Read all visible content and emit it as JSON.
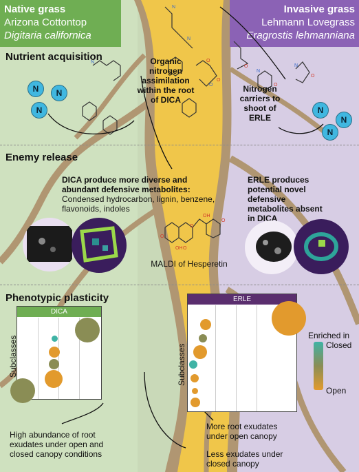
{
  "header_left": {
    "title": "Native grass",
    "common_name": "Arizona Cottontop",
    "species": "Digitaria californica",
    "color": "#6fae53"
  },
  "header_right": {
    "title": "Invasive grass",
    "common_name": "Lehmann Lovegrass",
    "species": "Eragrostis lehmanniana",
    "color": "#8b62b5"
  },
  "sections": {
    "nutrient": "Nutrient acquisition",
    "enemy": "Enemy release",
    "plasticity": "Phenotypic plasticity"
  },
  "nutrient": {
    "nitrogen_label": "N",
    "organic_text": "Organic nitrogen assimilation within the root of DICA",
    "carrier_text": "Nitrogen carriers to shoot of ERLE"
  },
  "enemy": {
    "dica_bold": "DICA produce more diverse and abundant defensive metabolites:",
    "dica_list": "Condensed hydrocarbon, lignin, benzene, flavonoids, indoles",
    "erle_bold": "ERLE produces potential novel defensive metabolites absent in DICA",
    "maldi": "MALDI of Hesperetin"
  },
  "plasticity": {
    "dica_chart_title": "DICA",
    "erle_chart_title": "ERLE",
    "y_label": "Subclasses",
    "legend_title": "Enriched in",
    "legend_top": "Closed",
    "legend_bottom": "Open",
    "dica_note": "High abundance of root exudates under open and closed canopy conditions",
    "erle_note1": "More root exudates under open canopy",
    "erle_note2": "Less exudates under closed canopy"
  },
  "colors": {
    "root": "#b09672",
    "yellow": "#f0c64a",
    "open": "#e29a2d",
    "closed": "#3fb3a5",
    "mid": "#8a8d55"
  }
}
